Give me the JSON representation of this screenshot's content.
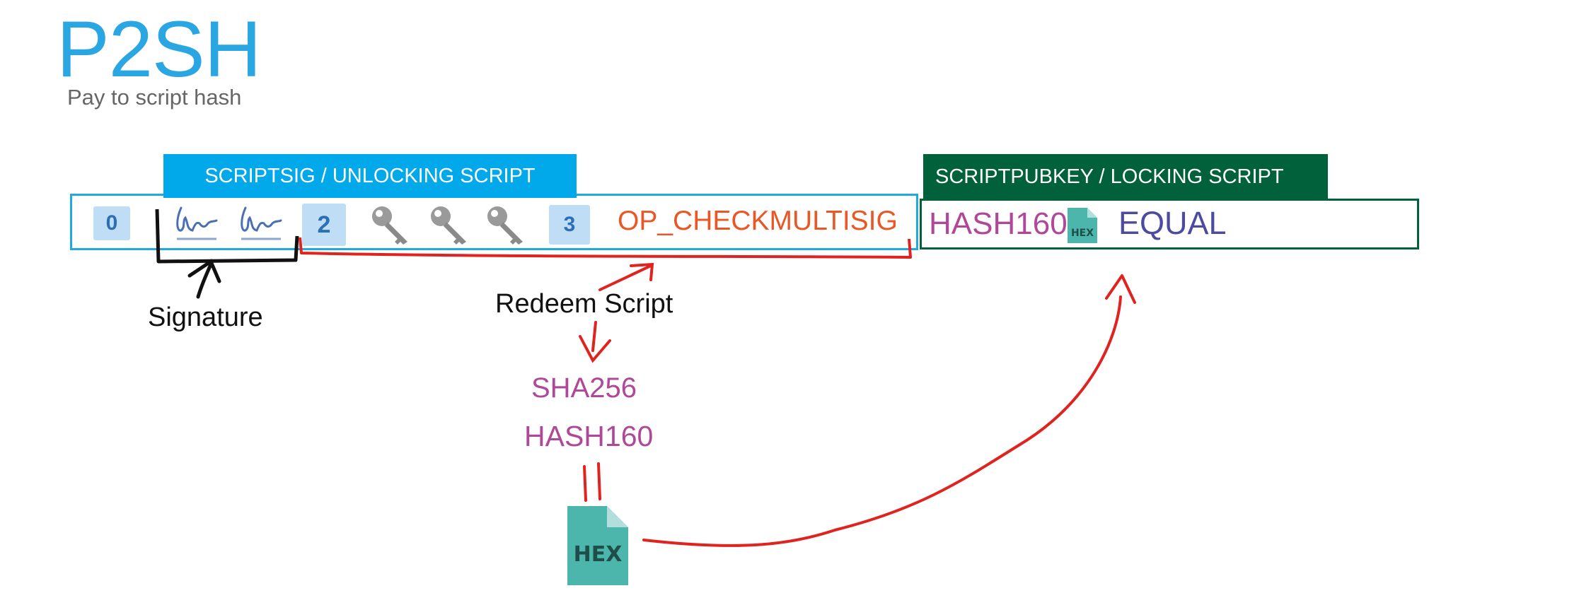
{
  "header": {
    "title": "P2SH",
    "subtitle": "Pay to script hash"
  },
  "unlocking": {
    "label": "SCRIPTSIG / UNLOCKING SCRIPT",
    "zero": "0",
    "m": "2",
    "n": "3",
    "op": "OP_CHECKMULTISIG"
  },
  "locking": {
    "label": "SCRIPTPUBKEY /  LOCKING SCRIPT",
    "hash": "HASH160",
    "hex_icon_text": "HEX",
    "equal": "EQUAL"
  },
  "annotations": {
    "signature": "Signature",
    "redeem": "Redeem Script",
    "sha256": "SHA256",
    "hash160": "HASH160",
    "hex_file_text": "HEX"
  },
  "colors": {
    "title": "#2AA6E2",
    "unlock_header": "#02A9EA",
    "lock_header": "#00613A",
    "arrow": "#E0231E",
    "hash_text": "#B0489A",
    "equal_text": "#4D4BA0",
    "op_text": "#EA5724",
    "hex_file": "#4DB6AC"
  },
  "icons": [
    "signature-icon",
    "key-icon",
    "hex-file-icon"
  ]
}
